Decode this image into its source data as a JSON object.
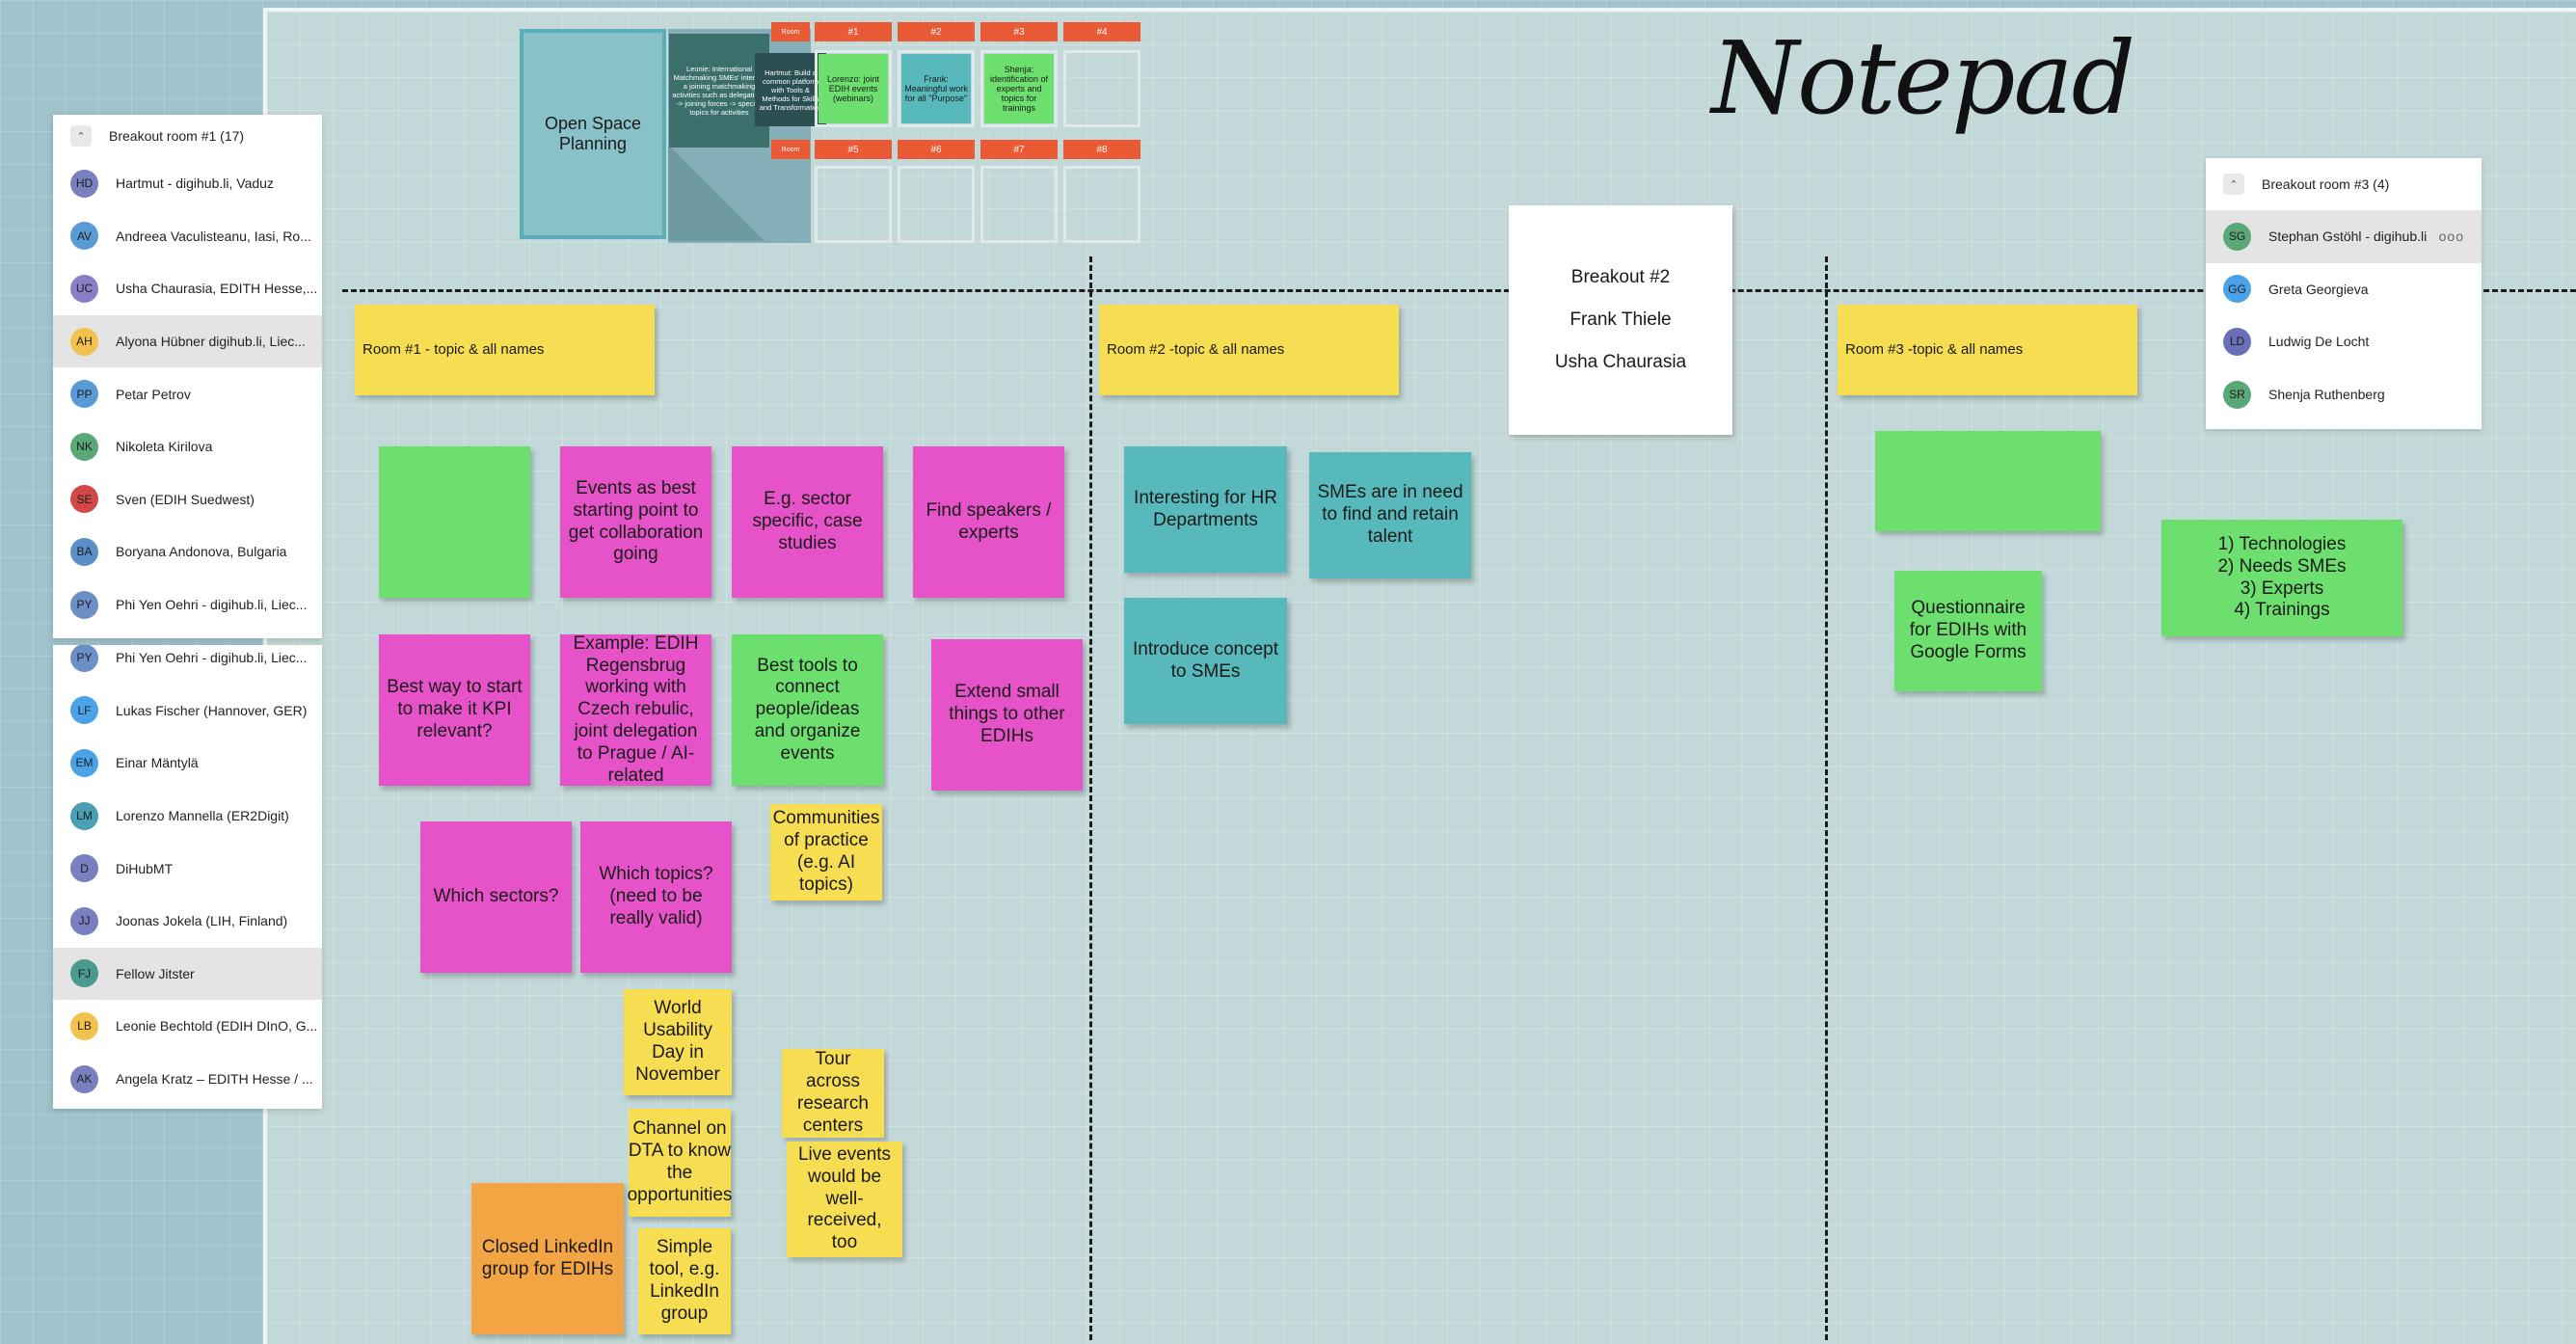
{
  "title": "Notepad",
  "open_space": "Open Space Planning",
  "mini_board": {
    "heads_top": [
      "Room",
      "#1",
      "#2",
      "#3",
      "#4"
    ],
    "heads_bottom": [
      "Room",
      "#5",
      "#6",
      "#7",
      "#8"
    ],
    "leonie": "Leonie: International Matchmaking SMEs' interest a joining matchmaking activities such as delegations -> joining forces -> specific topics for activities",
    "hartmut": "Hartmut: Build a common platform with Tools & Methods for Skills and Transformation",
    "lorenzo": "Lorenzo: joint EDIH events (webinars)",
    "frank": "Frank: Meaningful work for all \"Purpose\"",
    "shenja": "Shenja: identification of experts and topics for trainings"
  },
  "room_labels": {
    "room1": "Room #1 - topic & all names",
    "room2": "Room #2 -topic & all names",
    "room3": "Room #3 -topic & all names"
  },
  "breakout2_card": [
    "Breakout #2",
    "Frank Thiele",
    "Usha Chaurasia"
  ],
  "notes": {
    "events_best": "Events as best starting point to get collaboration going",
    "eg_sector": "E.g. sector specific, case studies",
    "find_speakers": "Find speakers / experts",
    "best_way_kpi": "Best way to start to make it KPI relevant?",
    "example_edih": "Example: EDIH Regensbrug working with Czech rebulic, joint delegation to Prague / AI-related",
    "best_tools": "Best tools to connect people/ideas and organize events",
    "extend_small": "Extend small things to other EDIHs",
    "which_sectors": "Which sectors?",
    "which_topics": "Which topics? (need to be really valid)",
    "communities": "Communities of practice (e.g. AI topics)",
    "world_usability": "World Usability Day in November",
    "tour_across": "Tour across research centers",
    "channel_dta": "Channel on DTA to know the opportunities",
    "live_events": "Live events would be well-received, too",
    "closed_linkedin": "Closed LinkedIn group for EDIHs",
    "simple_tool": "Simple tool, e.g. LinkedIn group",
    "interesting_hr": "Interesting for HR Departments",
    "smes_need": "SMEs are in need to find and retain talent",
    "introduce_concept": "Introduce concept to SMEs",
    "questionnaire": "Questionnaire for EDIHs with Google Forms",
    "technologies": "1) Technologies\n2) Needs SMEs\n3) Experts\n4) Trainings"
  },
  "panel_room1": {
    "header": "Breakout room #1 (17)",
    "members": [
      {
        "initials": "HD",
        "name": "Hartmut - digihub.li, Vaduz",
        "color": "#7a7fc0"
      },
      {
        "initials": "AV",
        "name": "Andreea Vaculisteanu, Iasi, Ro...",
        "color": "#5b9bd5"
      },
      {
        "initials": "UC",
        "name": "Usha Chaurasia, EDITH Hesse,...",
        "color": "#8b7ec8"
      },
      {
        "initials": "AH",
        "name": "Alyona Hübner digihub.li, Liec...",
        "color": "#f2c14e"
      },
      {
        "initials": "PP",
        "name": "Petar Petrov",
        "color": "#5b9bd5"
      },
      {
        "initials": "NK",
        "name": "Nikoleta Kirilova",
        "color": "#5aa876"
      },
      {
        "initials": "SE",
        "name": "Sven (EDIH Suedwest)",
        "color": "#d04848"
      },
      {
        "initials": "BA",
        "name": "Boryana Andonova, Bulgaria",
        "color": "#5b8fc7"
      },
      {
        "initials": "PY",
        "name": "Phi Yen Oehri - digihub.li, Liec...",
        "color": "#6c8fc8"
      }
    ]
  },
  "panel_room1_cont": {
    "members": [
      {
        "initials": "PY",
        "name": "Phi Yen Oehri - digihub.li, Liec...",
        "color": "#6c8fc8"
      },
      {
        "initials": "LF",
        "name": "Lukas Fischer (Hannover, GER)",
        "color": "#4aa3e8"
      },
      {
        "initials": "EM",
        "name": "Einar Mäntylä",
        "color": "#4aa3e8"
      },
      {
        "initials": "LM",
        "name": "Lorenzo Mannella (ER2Digit)",
        "color": "#4a9fb5"
      },
      {
        "initials": "D",
        "name": "DiHubMT",
        "color": "#7a7fc0"
      },
      {
        "initials": "JJ",
        "name": "Joonas Jokela (LIH, Finland)",
        "color": "#7a7fc0"
      },
      {
        "initials": "FJ",
        "name": "Fellow Jitster",
        "color": "#4a9a8f"
      },
      {
        "initials": "LB",
        "name": "Leonie Bechtold (EDIH DInO, G...",
        "color": "#f2c14e"
      },
      {
        "initials": "AK",
        "name": "Angela Kratz – EDITH Hesse / ...",
        "color": "#7a7fc0"
      }
    ]
  },
  "panel_room3": {
    "header": "Breakout room #3 (4)",
    "more": "ooo",
    "members": [
      {
        "initials": "SG",
        "name": "Stephan Gstöhl - digihub.li",
        "color": "#5aa876"
      },
      {
        "initials": "GG",
        "name": "Greta Georgieva",
        "color": "#4aa3e8"
      },
      {
        "initials": "LD",
        "name": "Ludwig De Locht",
        "color": "#6a70b8"
      },
      {
        "initials": "SR",
        "name": "Shenja Ruthenberg",
        "color": "#5aa876"
      }
    ]
  }
}
